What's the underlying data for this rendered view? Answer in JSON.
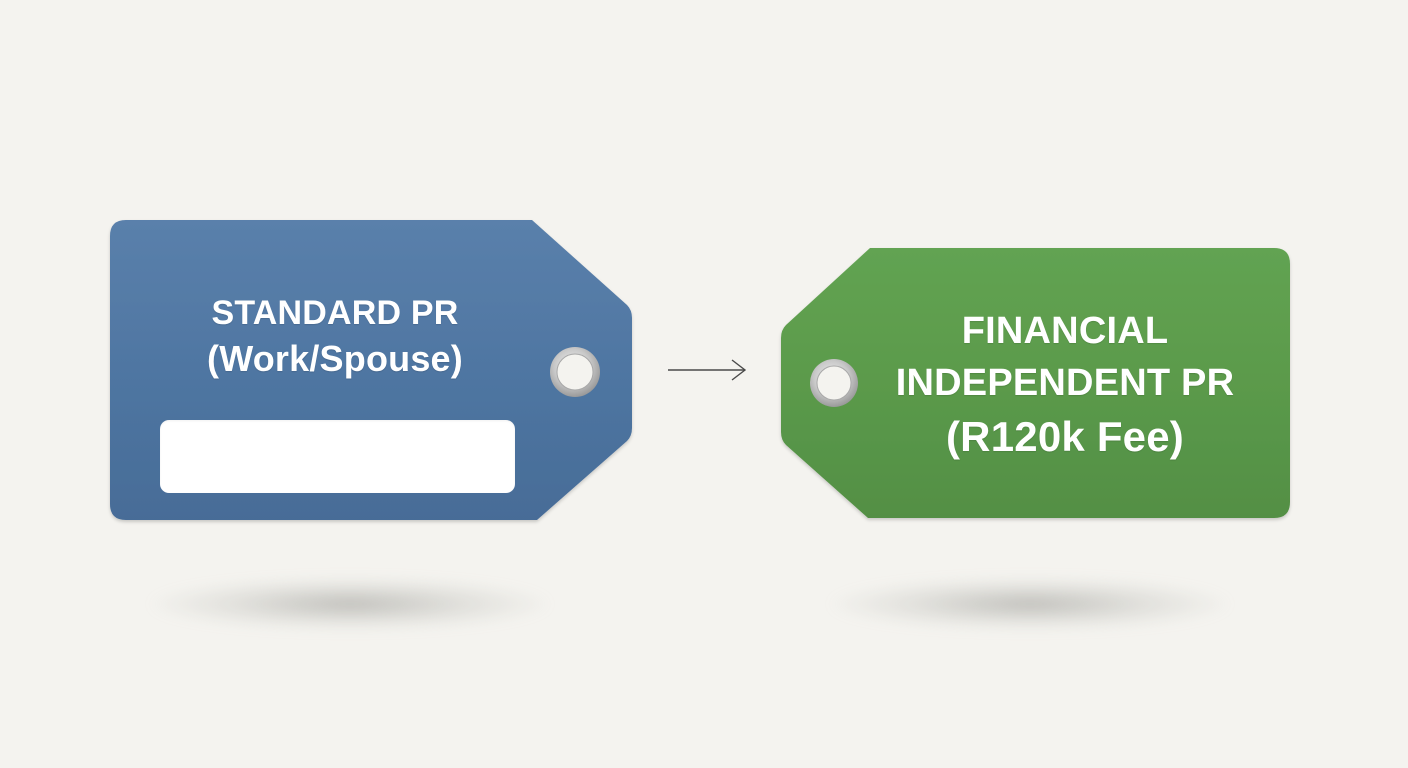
{
  "background_color": "#f4f3ef",
  "connector": {
    "icon": "right-arrow-icon",
    "color": "#4a4a4a"
  },
  "tags": [
    {
      "id": "standard-pr",
      "color": "#4f76a2",
      "lines": [
        "STANDARD PR",
        "(Work/Spouse)"
      ],
      "label_box": "",
      "eyelet_side": "right"
    },
    {
      "id": "financial-independent-pr",
      "color": "#5b9a4b",
      "lines": [
        "FINANCIAL",
        "INDEPENDENT PR",
        "(R120k Fee)"
      ],
      "eyelet_side": "left"
    }
  ]
}
